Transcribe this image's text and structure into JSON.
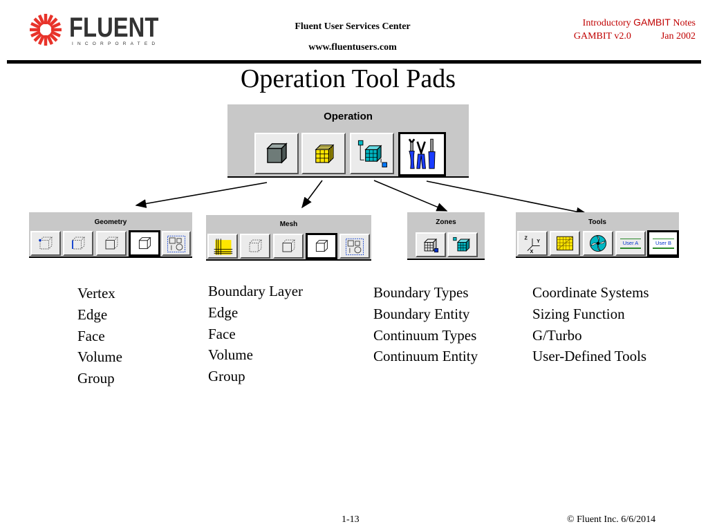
{
  "header": {
    "logo_text": "FLUENT",
    "logo_sub": "INCORPORATED",
    "center_line1": "Fluent User Services Center",
    "center_line2": "www.fluentusers.com",
    "right_line1_a": "Introductory",
    "right_line1_b": "GAMBIT",
    "right_line1_c": "Notes",
    "right_version": "GAMBIT v2.0",
    "right_date": "Jan 2002"
  },
  "title": "Operation Tool Pads",
  "operation_pad": {
    "title": "Operation",
    "buttons": [
      "geometry-cube",
      "mesh-cube",
      "zones-cube",
      "tools"
    ]
  },
  "pads": {
    "geometry": {
      "title": "Geometry",
      "items": [
        "Vertex",
        "Edge",
        "Face",
        "Volume",
        "Group"
      ]
    },
    "mesh": {
      "title": "Mesh",
      "items": [
        "Boundary Layer",
        "Edge",
        "Face",
        "Volume",
        "Group"
      ]
    },
    "zones": {
      "title": "Zones",
      "items": [
        "Boundary Types",
        "Boundary Entity",
        "Continuum Types",
        "Continuum Entity"
      ]
    },
    "tools": {
      "title": "Tools",
      "items": [
        "Coordinate Systems",
        "Sizing Function",
        "G/Turbo",
        "User-Defined Tools"
      ],
      "user_a": "User A",
      "user_b": "User B",
      "axes": {
        "z": "Z",
        "y": "Y",
        "x": "X"
      }
    }
  },
  "footer": {
    "page": "1-13",
    "copyright": "© Fluent Inc. 6/6/2014"
  },
  "colors": {
    "brand_red": "#e8332a",
    "accent_red": "#c00000",
    "pad_gray": "#c8c8c8",
    "mesh_yellow": "#ffe600",
    "zone_cyan": "#00b7c3"
  }
}
